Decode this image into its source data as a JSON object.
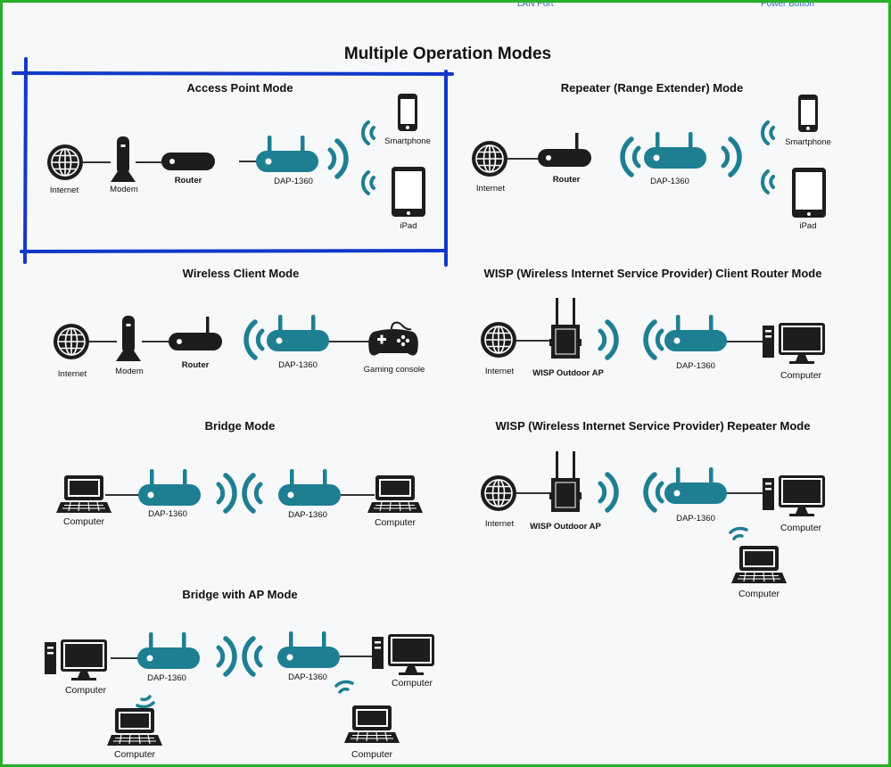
{
  "colors": {
    "teal": "#1e7f93",
    "dark": "#1d1d1f",
    "line": "#333333",
    "highlight": "#1238c8",
    "frame": "#27b12b"
  },
  "header": {
    "top_left": "LAN Port",
    "top_right": "Power Button"
  },
  "main_title": "Multiple Operation Modes",
  "modes": {
    "access_point": {
      "title": "Access Point Mode",
      "internet": "Internet",
      "modem": "Modem",
      "router": "Router",
      "device": "DAP-1360",
      "smartphone": "Smartphone",
      "ipad": "iPad"
    },
    "repeater": {
      "title": "Repeater (Range Extender) Mode",
      "internet": "Internet",
      "router": "Router",
      "device": "DAP-1360",
      "smartphone": "Smartphone",
      "ipad": "iPad"
    },
    "wireless_client": {
      "title": "Wireless Client Mode",
      "internet": "Internet",
      "modem": "Modem",
      "router": "Router",
      "device": "DAP-1360",
      "gaming": "Gaming console"
    },
    "wisp_client": {
      "title": "WISP (Wireless Internet Service Provider) Client Router Mode",
      "internet": "Internet",
      "wisp_ap": "WISP Outdoor AP",
      "device": "DAP-1360",
      "computer": "Computer"
    },
    "bridge": {
      "title": "Bridge Mode",
      "computer_left": "Computer",
      "device_left": "DAP-1360",
      "device_right": "DAP-1360",
      "computer_right": "Computer"
    },
    "wisp_repeater": {
      "title": "WISP (Wireless Internet Service Provider) Repeater Mode",
      "internet": "Internet",
      "wisp_ap": "WISP Outdoor AP",
      "device": "DAP-1360",
      "computer": "Computer",
      "laptop": "Computer"
    },
    "bridge_ap": {
      "title": "Bridge with AP Mode",
      "computer_left": "Computer",
      "device_left": "DAP-1360",
      "laptop_left": "Computer",
      "device_right": "DAP-1360",
      "computer_right": "Computer",
      "laptop_right": "Computer"
    }
  }
}
